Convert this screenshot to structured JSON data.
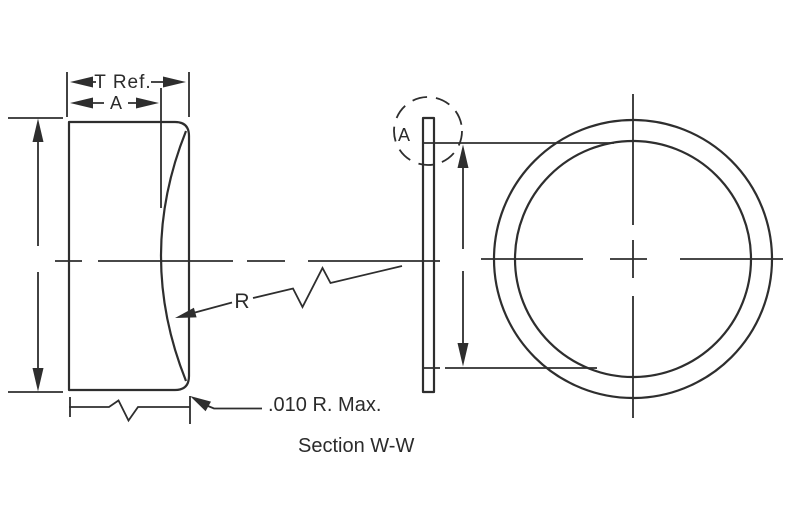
{
  "diagram": {
    "caption": "Section W-W",
    "labels": {
      "t_ref": "T Ref.",
      "a_dim": "A",
      "radius": "R",
      "detail": "A",
      "corner_note": ".010 R. Max."
    },
    "colors": {
      "line": "#2e2e2e",
      "text": "#2b2b2b",
      "background": "#ffffff"
    }
  }
}
